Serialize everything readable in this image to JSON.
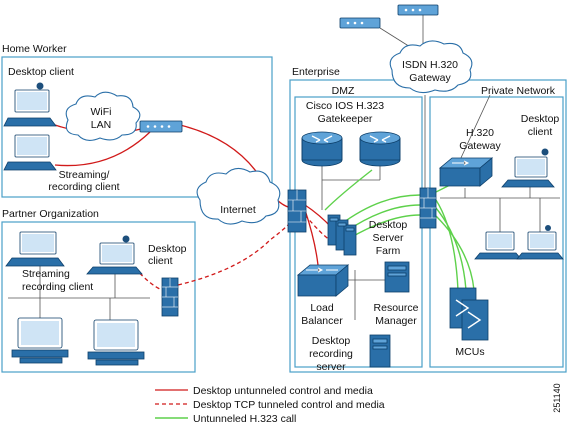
{
  "zones": {
    "home_worker": "Home Worker",
    "partner_org": "Partner Organization",
    "enterprise": "Enterprise",
    "dmz": "DMZ",
    "private_network": "Private Network"
  },
  "labels": {
    "desktop_client_home": "Desktop client",
    "wifi_line1": "WiFi",
    "wifi_line2": "LAN",
    "streaming_line1": "Streaming/",
    "streaming_line2": "recording client",
    "internet": "Internet",
    "partner_streaming_line1": "Streaming",
    "partner_streaming_line2": "recording client",
    "partner_desktop_line1": "Desktop",
    "partner_desktop_line2": "client",
    "isdn_line1": "ISDN H.320",
    "isdn_line2": "Gateway",
    "gatekeeper_line1": "Cisco IOS H.323",
    "gatekeeper_line2": "Gatekeeper",
    "h320_line1": "H.320",
    "h320_line2": "Gateway",
    "private_desktop_line1": "Desktop",
    "private_desktop_line2": "client",
    "dsf_line1": "Desktop",
    "dsf_line2": "Server",
    "dsf_line3": "Farm",
    "lb_line1": "Load",
    "lb_line2": "Balancer",
    "rm_line1": "Resource",
    "rm_line2": "Manager",
    "drs_line1": "Desktop",
    "drs_line2": "recording",
    "drs_line3": "server",
    "mcus": "MCUs",
    "figure_id": "251140"
  },
  "legend": [
    {
      "label": "Desktop untunneled control and media",
      "style": "solid-red",
      "color": "#d11a1a"
    },
    {
      "label": "Desktop TCP tunneled control and media",
      "style": "dashed-red",
      "color": "#d11a1a"
    },
    {
      "label": "Untunneled H.323 call",
      "style": "solid-green",
      "color": "#5ed14b"
    }
  ],
  "colors": {
    "zone_border": "#4a9fc8",
    "device": "#2a6fa8",
    "red_line": "#d11a1a",
    "green_line": "#5ed14b"
  }
}
